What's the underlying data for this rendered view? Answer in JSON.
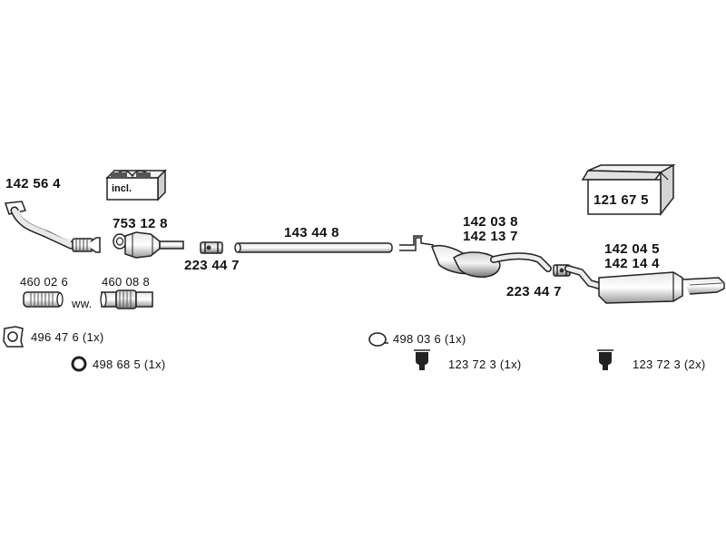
{
  "diagram": {
    "parts": {
      "front_pipe": "142 56 4",
      "mounting_kit_box": "incl.",
      "catalyst": "753 12 8",
      "clamp_front": "223 44 7",
      "center_pipe": "143 44 8",
      "middle_silencer_a": "142 03 8",
      "middle_silencer_b": "142 13 7",
      "clamp_rear": "223 44 7",
      "mounting_kit": "121 67 5",
      "rear_silencer_a": "142 04 5",
      "rear_silencer_b": "142 14 4",
      "flex_pipe_a": "460 02 6",
      "flex_pipe_b": "460 08 8",
      "alternative_marker": "ww."
    },
    "accessories": {
      "gasket_square": "496 47 6  (1x)",
      "ring": "498 68 5  (1x)",
      "rubber_ring": "498 03 6  (1x)",
      "hanger_a": "123 72 3  (1x)",
      "hanger_b": "123 72 3  (2x)"
    }
  }
}
